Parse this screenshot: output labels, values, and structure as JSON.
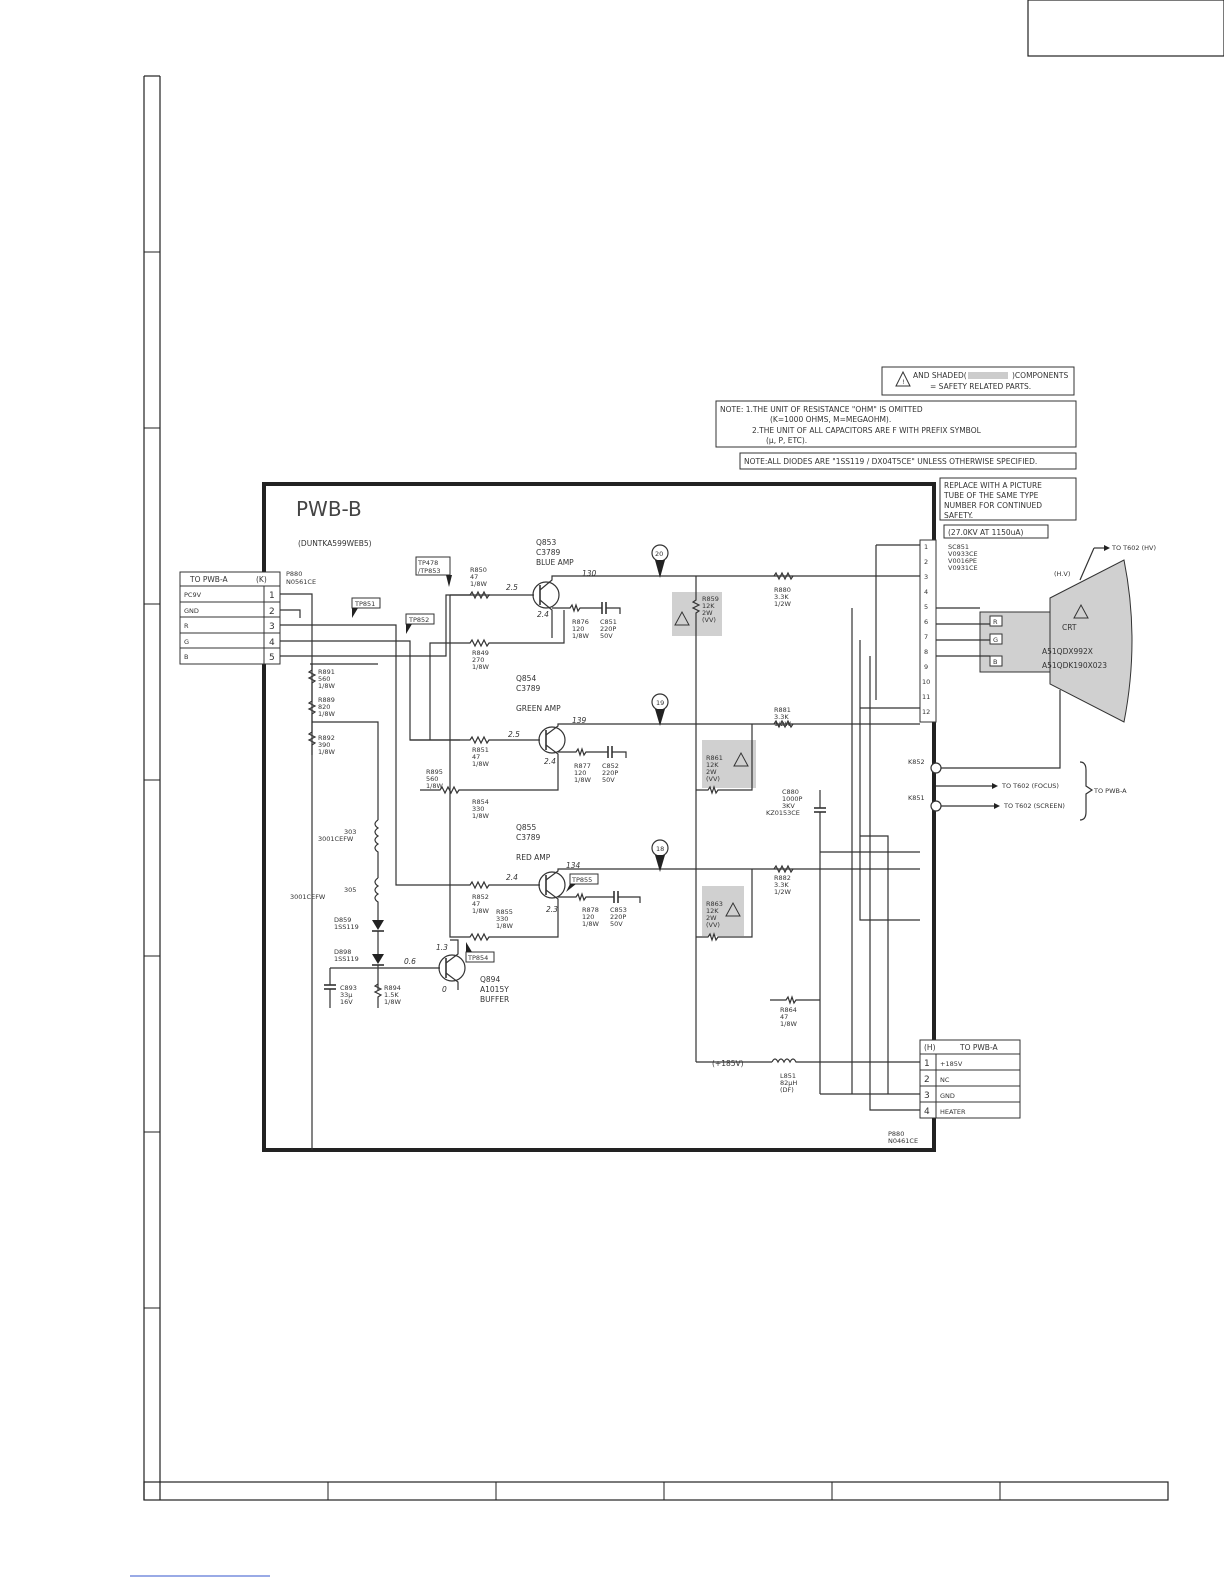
{
  "board": {
    "title": "PWB-B",
    "part_number": "(DUNTKA599WEB5)"
  },
  "notes": {
    "safety_line1": "AND SHADED(",
    "safety_line1b": ")COMPONENTS",
    "safety_line2": "= SAFETY RELATED PARTS.",
    "note1a": "NOTE: 1.THE UNIT OF RESISTANCE \"OHM\" IS OMITTED",
    "note1b": "(K=1000 OHMS, M=MEGAOHM).",
    "note2a": "2.THE UNIT OF ALL CAPACITORS ARE F WITH PREFIX SYMBOL",
    "note2b": "(μ, P, ETC).",
    "diodes": "NOTE:ALL DIODES ARE \"1SS119 / DX04T5CE\" UNLESS OTHERWISE SPECIFIED.",
    "replace1": "REPLACE WITH A PICTURE",
    "replace2": "TUBE OF THE SAME TYPE",
    "replace3": "NUMBER FOR CONTINUED",
    "replace4": "SAFETY.",
    "hv_value": "(27.0KV AT 1150uA)"
  },
  "connector_k": {
    "title": "TO PWB-A",
    "code": "(K)",
    "part1": "P880",
    "part2": "N0561CE",
    "pins": [
      {
        "label": "PC9V",
        "num": "1"
      },
      {
        "label": "GND",
        "num": "2"
      },
      {
        "label": "R",
        "num": "3"
      },
      {
        "label": "G",
        "num": "4"
      },
      {
        "label": "B",
        "num": "5"
      }
    ]
  },
  "connector_h": {
    "code": "(H)",
    "title": "TO PWB-A",
    "part1": "P880",
    "part2": "N0461CE",
    "pins": [
      {
        "num": "1",
        "label": "+185V"
      },
      {
        "num": "2",
        "label": "NC"
      },
      {
        "num": "3",
        "label": "GND"
      },
      {
        "num": "4",
        "label": "HEATER"
      }
    ]
  },
  "socket": {
    "name": "SC851",
    "parts": [
      "V0933CE",
      "V0016PE",
      "V0931CE"
    ],
    "pins": [
      "1",
      "2",
      "3",
      "4",
      "5",
      "6",
      "7",
      "8",
      "9",
      "10",
      "11",
      "12"
    ]
  },
  "crt": {
    "label": "CRT",
    "model1": "A51QDX992X",
    "model2": "A51QDK190X023",
    "guns": [
      "R",
      "G",
      "B"
    ],
    "hv_label": "(H.V)"
  },
  "transistors": {
    "q853": [
      "Q853",
      "C3789",
      "BLUE AMP"
    ],
    "q854": [
      "Q854",
      "C3789",
      "GREEN AMP"
    ],
    "q855": [
      "Q855",
      "C3789",
      "RED AMP"
    ],
    "q894": [
      "Q894",
      "A1015Y",
      "BUFFER"
    ]
  },
  "testpoints": {
    "tp478": "TP478 /TP853",
    "tp851": "TP851",
    "tp852": "TP852",
    "tp855": "TP855",
    "tp854": "TP854"
  },
  "markers": [
    "20",
    "19",
    "18"
  ],
  "voltages": {
    "q853_b": "2.5",
    "q853_e": "2.4",
    "q853_c": "130",
    "q854_b": "2.5",
    "q854_e": "2.4",
    "q854_c": "139",
    "q855_b": "2.4",
    "q855_e": "2.3",
    "q855_c": "134",
    "q894_b": "0.6",
    "q894_e": "1.3",
    "q894_c": "0"
  },
  "components": {
    "r850": [
      "R850",
      "47",
      "1/8W"
    ],
    "r849": [
      "R849",
      "270",
      "1/8W"
    ],
    "r851": [
      "R851",
      "47",
      "1/8W"
    ],
    "r854": [
      "R854",
      "330",
      "1/8W"
    ],
    "r852": [
      "R852",
      "47",
      "1/8W"
    ],
    "r855": [
      "R855",
      "330",
      "1/8W"
    ],
    "r895": [
      "R895",
      "560",
      "1/8W"
    ],
    "r891": [
      "R891",
      "560",
      "1/8W"
    ],
    "r889": [
      "R889",
      "820",
      "1/8W"
    ],
    "r892": [
      "R892",
      "390",
      "1/8W"
    ],
    "r876": [
      "R876",
      "120",
      "1/8W"
    ],
    "r877": [
      "R877",
      "120",
      "1/8W"
    ],
    "r878": [
      "R878",
      "120",
      "1/8W"
    ],
    "c851": [
      "C851",
      "220P",
      "50V"
    ],
    "c852": [
      "C852",
      "220P",
      "50V"
    ],
    "c853": [
      "C853",
      "220P",
      "50V"
    ],
    "r859": [
      "R859",
      "12K",
      "2W",
      "(VV)"
    ],
    "r861": [
      "R861",
      "12K",
      "2W",
      "(VV)"
    ],
    "r863": [
      "R863",
      "12K",
      "2W",
      "(VV)"
    ],
    "r880": [
      "R880",
      "3.3K",
      "1/2W"
    ],
    "r881": [
      "R881",
      "3.3K",
      "1/2W"
    ],
    "r882": [
      "R882",
      "3.3K",
      "1/2W"
    ],
    "c880": [
      "C880",
      "1000P",
      "3KV",
      "KZ0153CE"
    ],
    "r864": [
      "R864",
      "47",
      "1/8W"
    ],
    "l851": [
      "L851",
      "82μH",
      "(DF)"
    ],
    "l303": [
      "303",
      "3001CEFW"
    ],
    "l305": [
      "305",
      "3001CEFW"
    ],
    "d859": [
      "D859",
      "1SS119"
    ],
    "d898": [
      "D898",
      "1SS119"
    ],
    "c893": [
      "C893",
      "33μ",
      "16V"
    ],
    "r894": [
      "R894",
      "1.5K",
      "1/8W"
    ],
    "v185": "(+185V)"
  },
  "outputs": {
    "hv": "TO T602 (HV)",
    "focus": "TO T602 (FOCUS)",
    "screen": "TO T602 (SCREEN)",
    "pwba": "TO PWB-A",
    "k852": "K852",
    "k851": "K851"
  }
}
